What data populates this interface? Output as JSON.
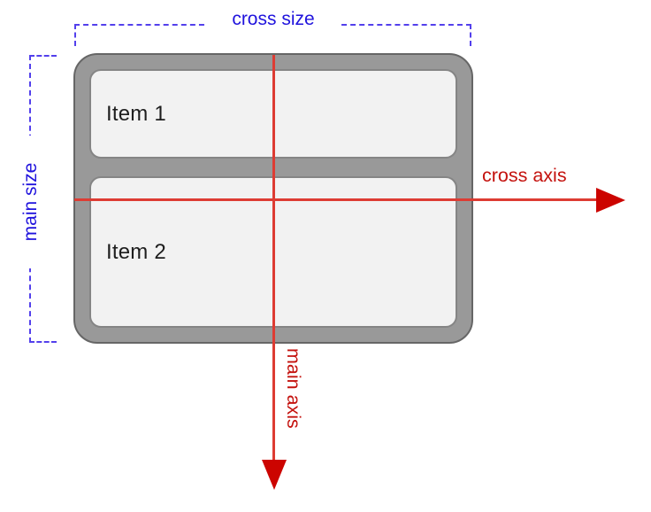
{
  "diagram": {
    "type": "flexbox-axes-diagram",
    "items": [
      {
        "label": "Item 1"
      },
      {
        "label": "Item 2"
      }
    ],
    "labels": {
      "cross_size": "cross size",
      "main_size": "main size",
      "cross_axis": "cross axis",
      "main_axis": "main axis"
    },
    "colors": {
      "blue_text": "#2013dd",
      "blue_dash": "#5340ec",
      "red_text": "#c4120e",
      "red_line": "#dd3c33",
      "red_arrow": "#cc0400",
      "container_fill": "#999999",
      "container_border": "#666666",
      "item_fill": "#f2f2f2",
      "item_border": "#858585",
      "item_text": "#1e1e1e"
    }
  }
}
